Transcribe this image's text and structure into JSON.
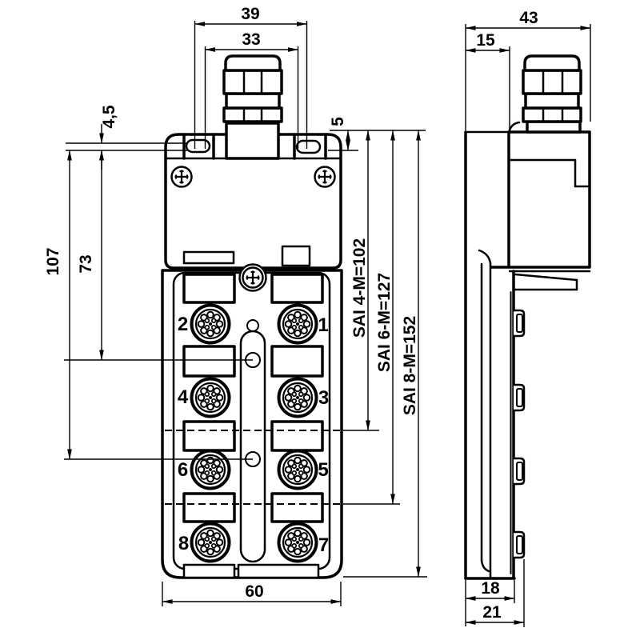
{
  "front_view": {
    "dimensions": {
      "gland_width_outer": "39",
      "gland_width_inner": "33",
      "slot_diameter": "4,5",
      "slot_offset_top": "5",
      "hole1_offset": "73",
      "hole2_offset": "107",
      "body_width": "60",
      "sai_4m_height": "SAI 4-M=102",
      "sai_6m_height": "SAI 6-M=127",
      "sai_8m_height": "SAI 8-M=152"
    },
    "port_labels": [
      "1",
      "2",
      "3",
      "4",
      "5",
      "6",
      "7",
      "8"
    ]
  },
  "side_view": {
    "dimensions": {
      "depth_total": "43",
      "depth_top": "15",
      "depth_base": "18",
      "depth_with_connectors": "21"
    }
  }
}
